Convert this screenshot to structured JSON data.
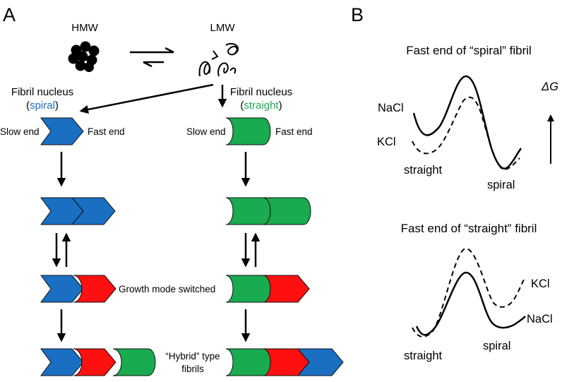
{
  "colors": {
    "spiral": "#1a6fc2",
    "straight": "#1aaa50",
    "switch": "#ff1010",
    "ink": "#000000"
  },
  "panel_a": {
    "letter": "A",
    "hmw": "HMW",
    "lmw": "LMW",
    "spiral_nucleus": {
      "title": "Fibril nucleus",
      "paren_open": "(",
      "word": "spiral",
      "paren_close": ")"
    },
    "straight_nucleus": {
      "title": "Fibril nucleus",
      "paren_open": "(",
      "word": "straight",
      "paren_close": ")"
    },
    "slow_end": "Slow end",
    "fast_end": "Fast end",
    "growth_switched": "Growth mode switched",
    "hybrid_line1": "“Hybrid” type",
    "hybrid_line2": "fibrils"
  },
  "panel_b": {
    "letter": "B",
    "top": {
      "title": "Fast end of “spiral” fibril",
      "nacl": "NaCl",
      "kcl": "KCl",
      "left_state": "straight",
      "right_state": "spiral"
    },
    "bottom": {
      "title": "Fast end of “straight” fibril",
      "nacl": "NaCl",
      "kcl": "KCl",
      "left_state": "straight",
      "right_state": "spiral"
    },
    "delta_g": "ΔG"
  }
}
